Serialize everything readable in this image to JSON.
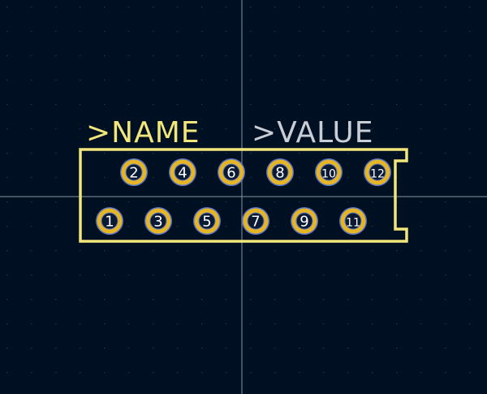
{
  "canvas": {
    "background_color": "#001023",
    "grid_dot_color": "#2a3a55",
    "crosshair_color": "#8a94a6"
  },
  "silkscreen": {
    "outline_color": "#f2e67a",
    "name_label": ">NAME",
    "value_label": ">VALUE",
    "name_color": "#f2e67a",
    "value_color": "#c9cdd6"
  },
  "pads": {
    "fill_color": "#e6b526",
    "ring_color": "#5a78c8",
    "label_color": "#ffffff",
    "top_row": [
      "2",
      "4",
      "6",
      "8",
      "10",
      "12"
    ],
    "bottom_row": [
      "1",
      "3",
      "5",
      "7",
      "9",
      "11"
    ]
  }
}
